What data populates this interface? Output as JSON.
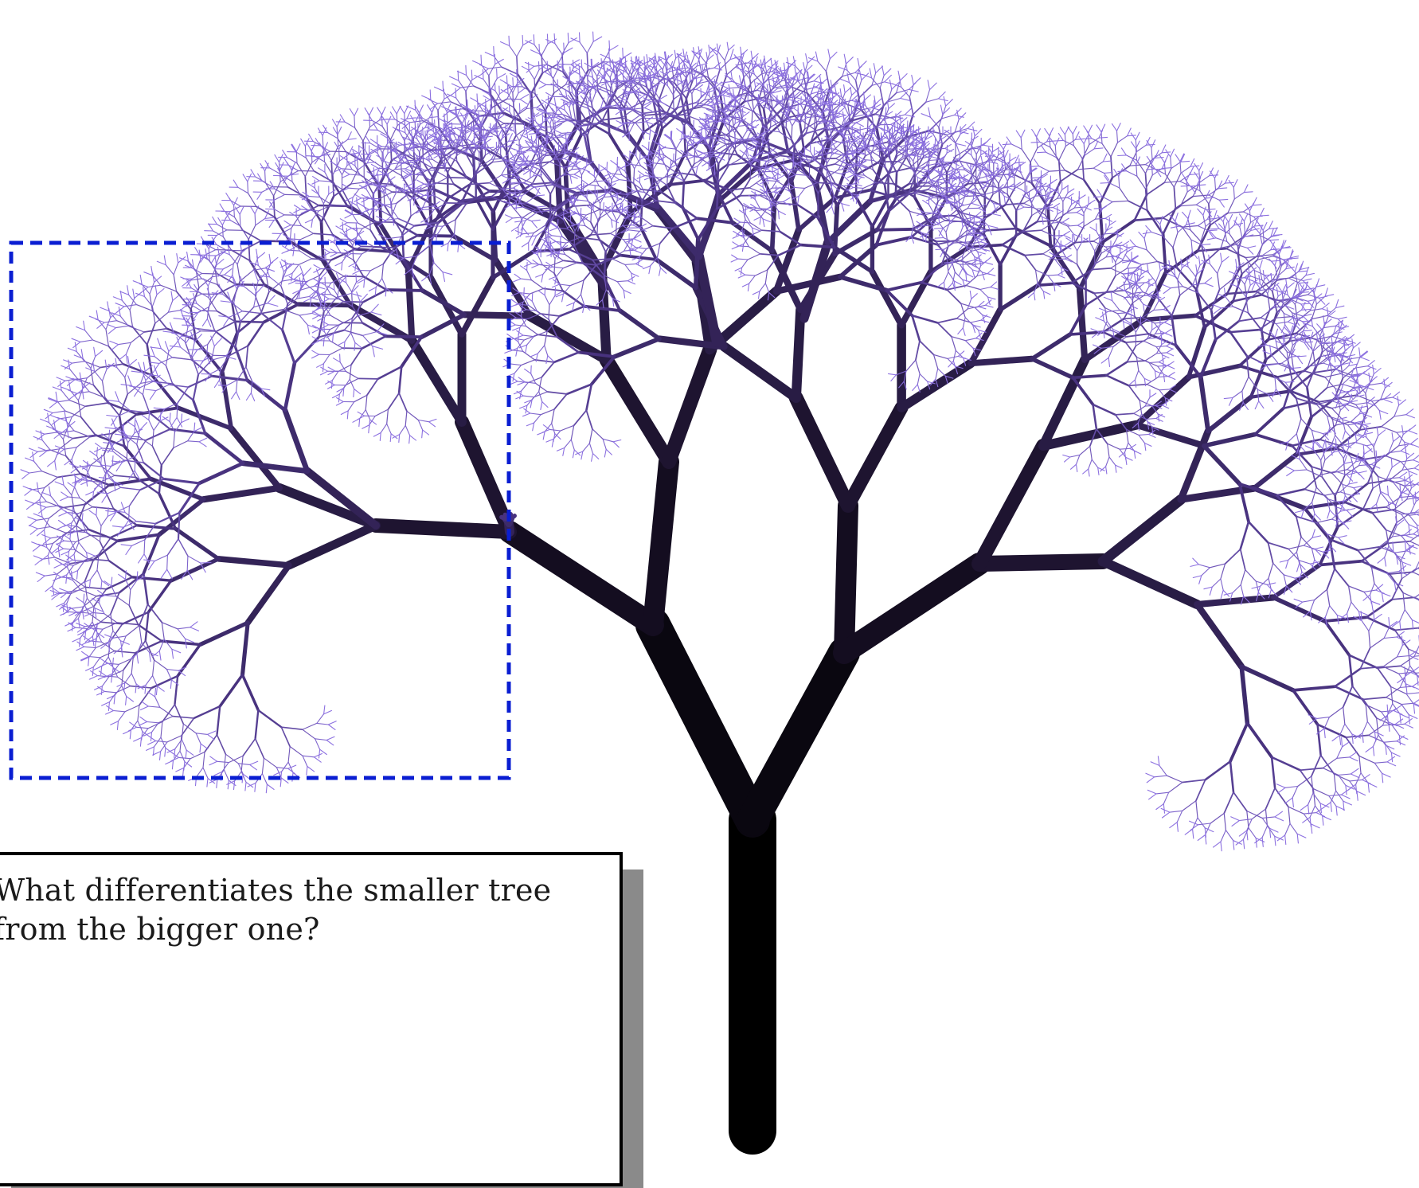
{
  "figure": {
    "question": "What differentiates the smaller tree from the bigger one?",
    "highlight_box": {
      "color": "#0a1ed2",
      "style": "dashed"
    },
    "tree": {
      "trunk_color": "#000000",
      "branch_dark_color": "#1e1430",
      "branch_mid_color": "#4a3482",
      "leaf_color": "#8c70e0",
      "structure": "fractal-binary-tree"
    },
    "callout": {
      "border_color": "#000000",
      "shadow_color": "#8a8a8a",
      "background": "#ffffff"
    }
  }
}
